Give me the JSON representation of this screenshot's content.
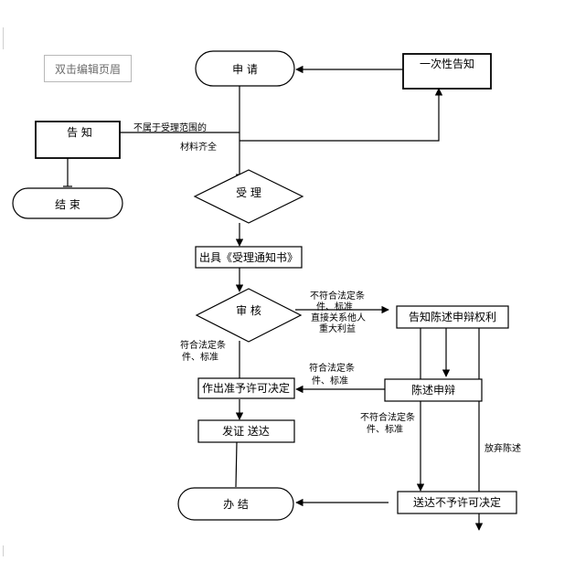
{
  "header": {
    "label": "双击编辑页眉"
  },
  "nodes": {
    "apply": "申 请",
    "once_notice": "一次性告知",
    "notice": "告 知",
    "end": "结 束",
    "accept": "受 理",
    "issue_notice": "出具《受理通知书》",
    "review": "审 核",
    "notify_rights": "告知陈述申辩权利",
    "approve": "作出准予许可决定",
    "defense": "陈述申辩",
    "issue_deliver": "发证 送达",
    "deny_deliver": "送达不予许可决定",
    "done": "办 结"
  },
  "edges": {
    "not_in_scope": "不属于受理范围的",
    "materials_complete": "材料齐全",
    "not_meet_1a": "不符合法定条",
    "not_meet_1b": "件、标准",
    "direct_interest_a": "直接关系他人",
    "direct_interest_b": "重大利益",
    "meet_1a": "符合法定条",
    "meet_1b": "件、标准",
    "meet_2a": "符合法定条",
    "meet_2b": "件、标准",
    "not_meet_2a": "不符合法定条",
    "not_meet_2b": "件、标准",
    "give_up": "放弃陈述"
  }
}
